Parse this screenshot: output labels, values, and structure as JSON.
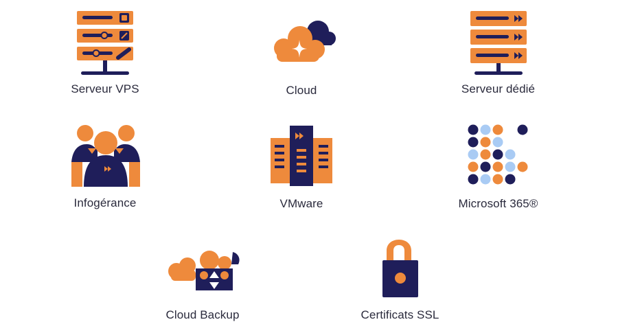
{
  "colors": {
    "orange": "#EE8A3C",
    "navy": "#1F1E5A",
    "light_blue": "#A9CBF4"
  },
  "services": [
    {
      "label": "Serveur VPS",
      "icon": "vps-server-icon"
    },
    {
      "label": "Cloud",
      "icon": "cloud-icon"
    },
    {
      "label": "Serveur dédié",
      "icon": "dedicated-server-icon"
    },
    {
      "label": "Infogérance",
      "icon": "managed-services-icon"
    },
    {
      "label": "VMware",
      "icon": "vmware-icon"
    },
    {
      "label": "Microsoft 365®",
      "icon": "microsoft-365-icon"
    },
    {
      "label": "Cloud Backup",
      "icon": "cloud-backup-icon"
    },
    {
      "label": "Certificats SSL",
      "icon": "ssl-lock-icon"
    }
  ]
}
